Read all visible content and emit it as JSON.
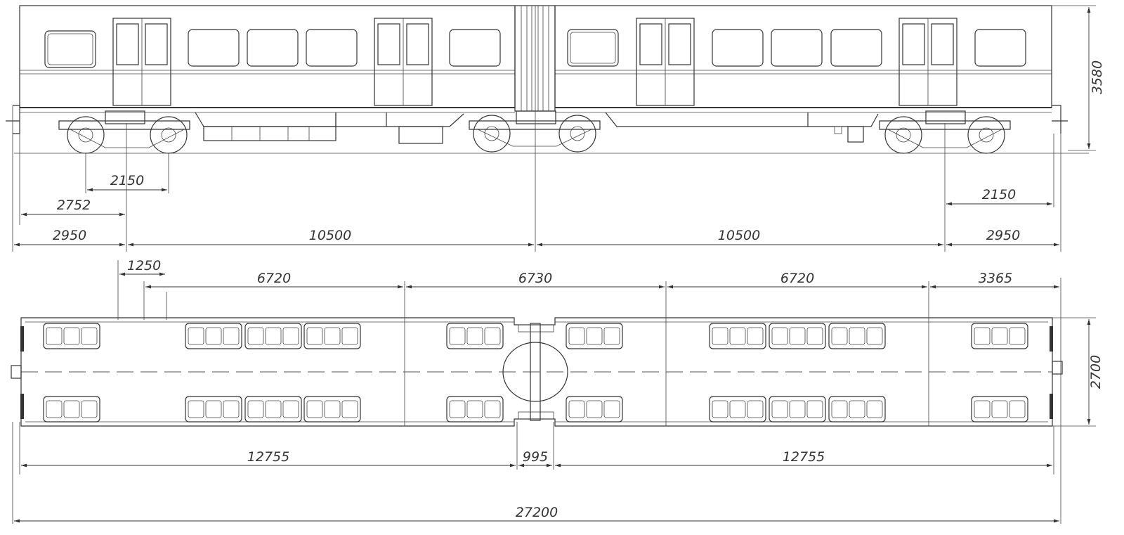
{
  "diagram": {
    "side_view": {
      "dims": {
        "bogie_wheelbase_left": "2150",
        "overhang_coupler_left": "2752",
        "overhang_left": "2950",
        "half_length_left": "10500",
        "half_length_right": "10500",
        "overhang_right": "2950",
        "bogie_wheelbase_right": "2150",
        "height": "3580"
      }
    },
    "plan_view": {
      "dims": {
        "entrance_offset": "1250",
        "section_1": "6720",
        "section_2": "6730",
        "section_3": "6720",
        "section_4": "3365",
        "width": "2700",
        "body_half_left": "12755",
        "articulation": "995",
        "body_half_right": "12755",
        "total_length": "27200"
      }
    }
  }
}
